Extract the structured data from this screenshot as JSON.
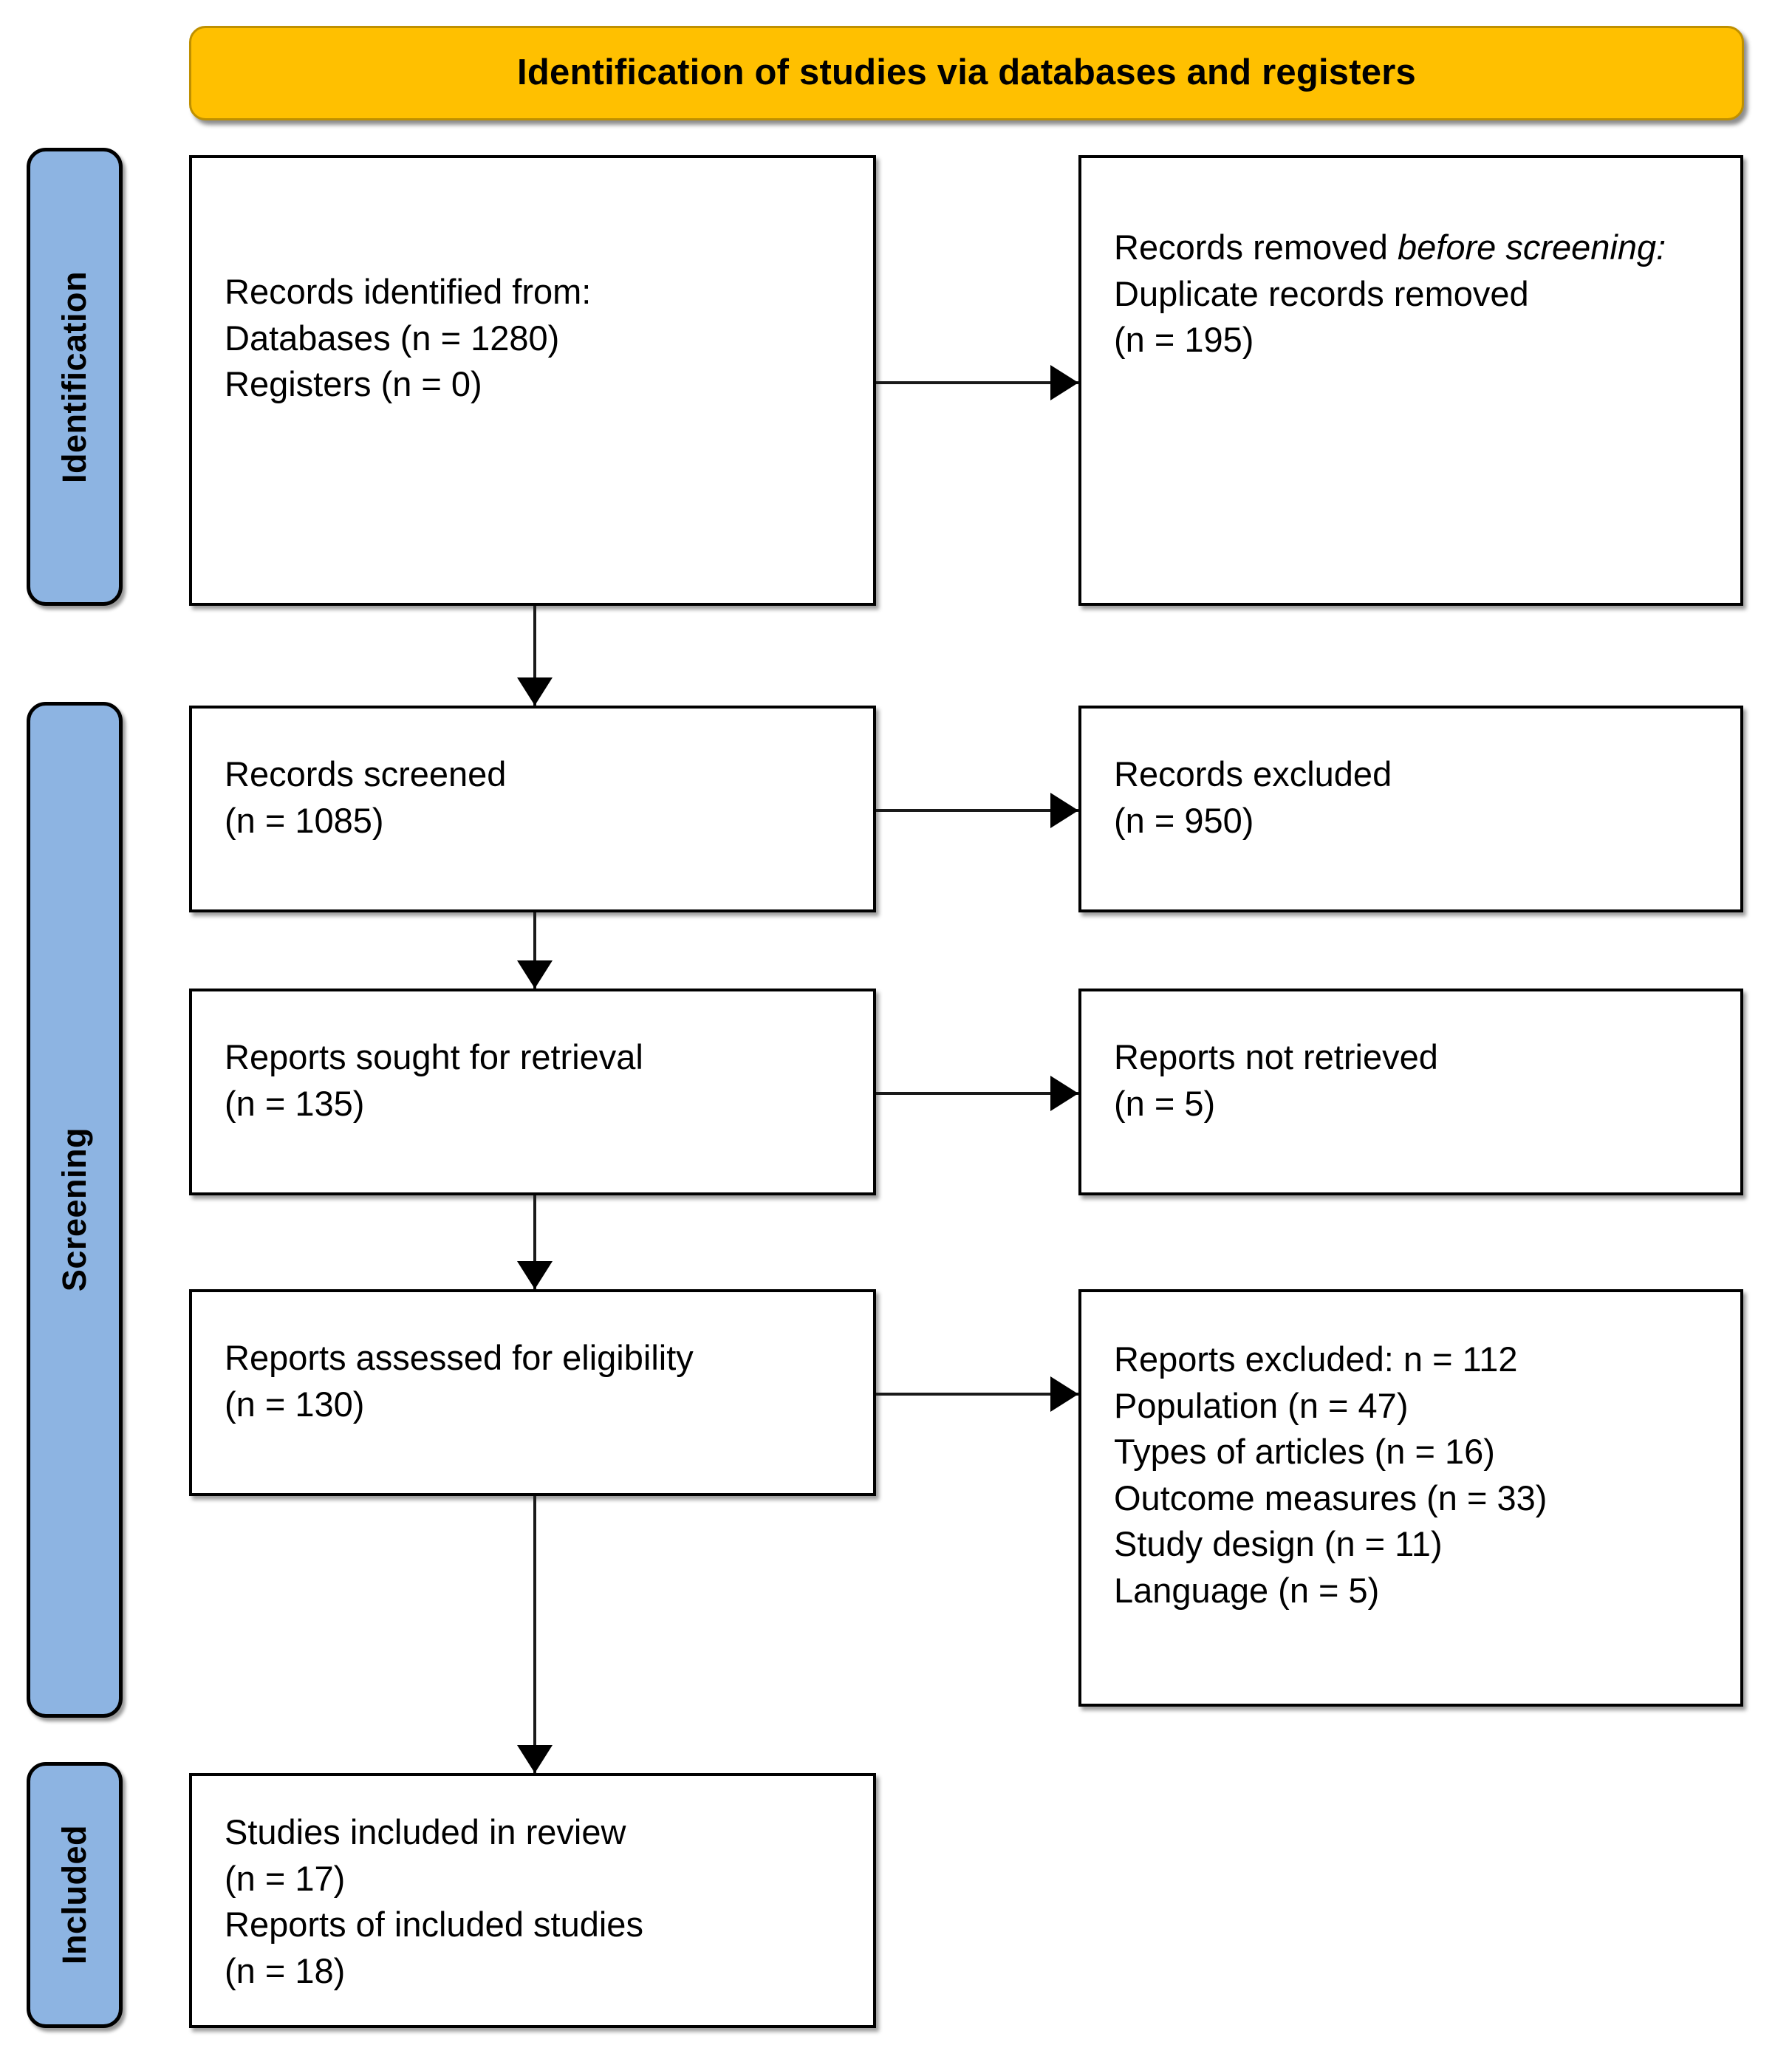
{
  "header": {
    "title": "Identification of studies via databases and registers"
  },
  "stages": [
    {
      "id": "identification",
      "label": "Identification"
    },
    {
      "id": "screening",
      "label": "Screening"
    },
    {
      "id": "included",
      "label": "Included"
    }
  ],
  "boxes": {
    "identified": {
      "line1": "Records identified from:",
      "line2": "Databases (n = 1280)",
      "line3": "Registers (n = 0)",
      "text": "Records identified from:\nDatabases (n = 1280)\nRegisters (n = 0)"
    },
    "removed": {
      "lead": "Records removed ",
      "emphasis": "before screening:",
      "line2": "Duplicate records removed",
      "line3": "(n = 195)"
    },
    "screened": {
      "line1": "Records screened",
      "line2": "(n = 1085)",
      "text": "Records screened\n(n = 1085)"
    },
    "excluded_records": {
      "line1": "Records excluded",
      "line2": "(n = 950)",
      "text": "Records excluded\n(n = 950)"
    },
    "sought": {
      "line1": "Reports sought for retrieval",
      "line2": "(n = 135)",
      "text": "Reports sought for retrieval\n(n = 135)"
    },
    "not_retrieved": {
      "line1": "Reports not retrieved",
      "line2": "(n = 5)",
      "text": "Reports not retrieved\n(n = 5)"
    },
    "assessed": {
      "line1": "Reports assessed for eligibility",
      "line2": "(n = 130)",
      "text": "Reports assessed for eligibility\n(n = 130)"
    },
    "excluded_reports": {
      "line1": "Reports excluded: n = 112",
      "line2": "Population (n = 47)",
      "line3": "Types of articles (n = 16)",
      "line4": "Outcome measures (n = 33)",
      "line5": "Study design (n = 11)",
      "line6": "Language (n = 5)",
      "text": "Reports excluded: n = 112\nPopulation (n = 47)\nTypes of articles (n = 16)\nOutcome measures (n = 33)\nStudy design (n = 11)\nLanguage (n = 5)"
    },
    "included": {
      "line1": "Studies included in review",
      "line2": "(n = 17)",
      "line3": "Reports of included studies",
      "line4": "(n = 18)",
      "text": "Studies included in review\n(n = 17)\nReports of included studies\n(n = 18)"
    }
  },
  "counts": {
    "databases": 1280,
    "registers": 0,
    "duplicates_removed": 195,
    "records_screened": 1085,
    "records_excluded": 950,
    "reports_sought": 135,
    "reports_not_retrieved": 5,
    "reports_assessed": 130,
    "reports_excluded_total": 112,
    "excluded_population": 47,
    "excluded_types_of_articles": 16,
    "excluded_outcome_measures": 33,
    "excluded_study_design": 11,
    "excluded_language": 5,
    "studies_included": 17,
    "reports_of_included_studies": 18
  },
  "colors": {
    "header_fill": "#ffc000",
    "header_border": "#bf9000",
    "stage_fill": "#8db4e2",
    "stage_border": "#000000",
    "box_fill": "#ffffff",
    "box_border": "#000000",
    "connector": "#000000"
  }
}
